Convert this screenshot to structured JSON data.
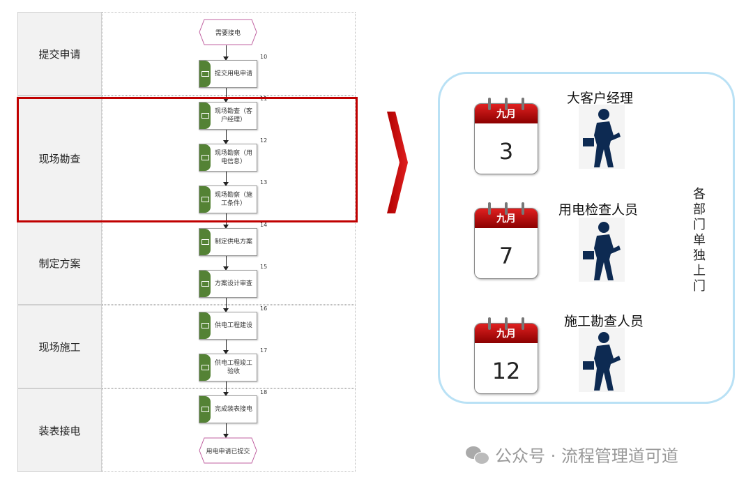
{
  "lanes": [
    "提交申请",
    "现场勘查",
    "制定方案",
    "现场施工",
    "装表接电"
  ],
  "start_event": "需要接电",
  "end_event": "用电申请已提交",
  "tasks": [
    {
      "num": "10",
      "label": "提交用电申请"
    },
    {
      "num": "11",
      "label": "现场勘查（客户经理）"
    },
    {
      "num": "12",
      "label": "现场勘察（用电信息）"
    },
    {
      "num": "13",
      "label": "现场勘察（施工条件）"
    },
    {
      "num": "14",
      "label": "制定供电方案"
    },
    {
      "num": "15",
      "label": "方案设计审查"
    },
    {
      "num": "16",
      "label": "供电工程建设"
    },
    {
      "num": "17",
      "label": "供电工程竣工验收"
    },
    {
      "num": "18",
      "label": "完成装表接电"
    }
  ],
  "visits": [
    {
      "month": "九月",
      "day": "3",
      "role": "大客户经理"
    },
    {
      "month": "九月",
      "day": "7",
      "role": "用电检查人员"
    },
    {
      "month": "九月",
      "day": "12",
      "role": "施工勘查人员"
    }
  ],
  "side_note": "各部门单独上门",
  "watermark": "公众号 · 流程管理道可道",
  "colors": {
    "highlight": "#c00000",
    "task_bar": "#548235",
    "panel_border": "#b9e1f5",
    "figure": "#0d2a52"
  }
}
